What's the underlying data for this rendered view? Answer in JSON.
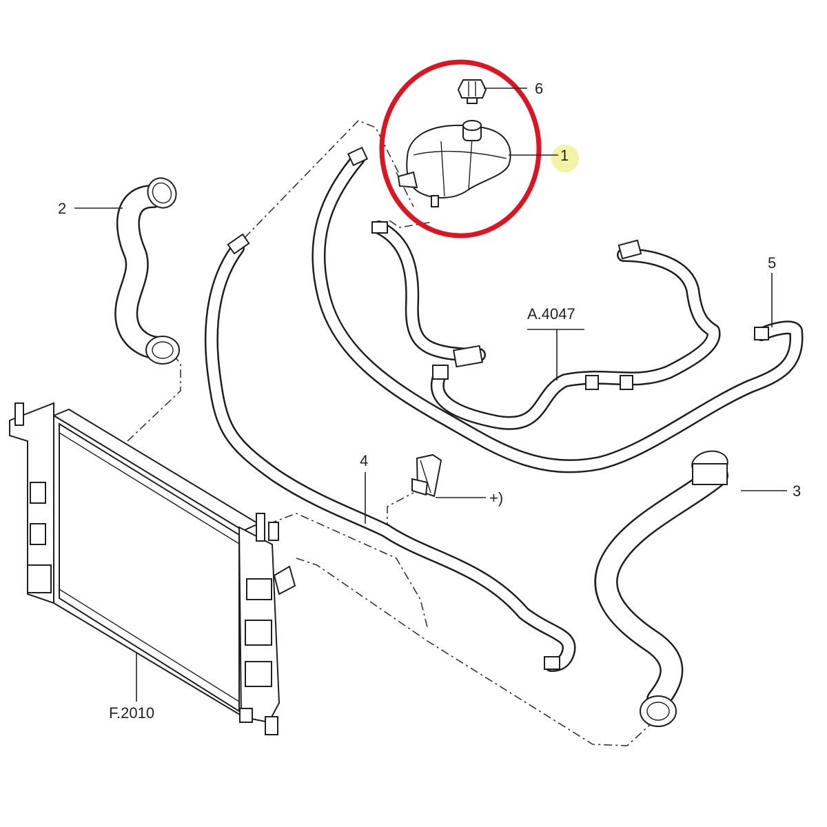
{
  "callouts": {
    "part_1": "1",
    "part_2": "2",
    "part_3": "3",
    "part_4": "4",
    "part_5": "5",
    "part_6": "6",
    "ref_a4047": "A.4047",
    "ref_f2010": "F.2010",
    "clip_note": "+)"
  },
  "highlight": {
    "circle_color": "#e0141e",
    "marker_color": "#f2f29a"
  }
}
